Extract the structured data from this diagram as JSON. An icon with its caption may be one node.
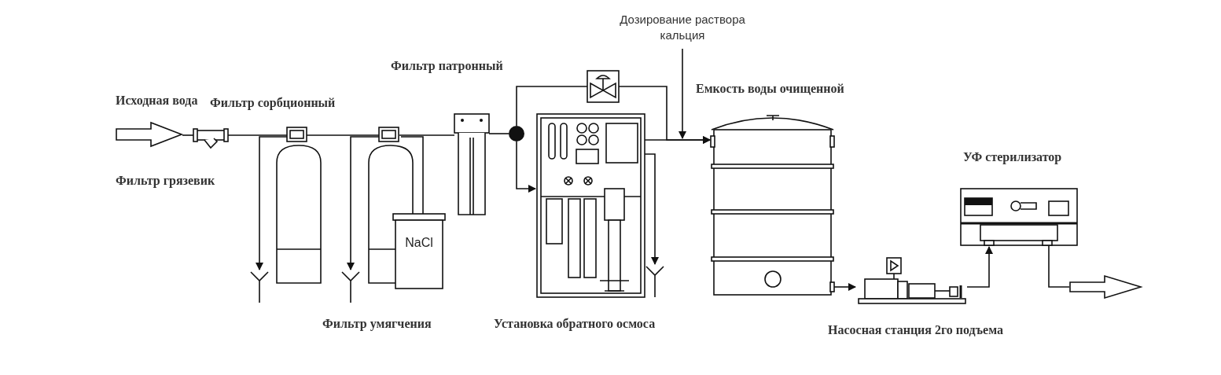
{
  "diagram": {
    "nodes": [
      {
        "text": [],
        "shape": "arrow",
        "beside": [
          "Исходная вода"
        ]
      },
      {
        "text": [],
        "shape": "picture",
        "beside": [
          "Фильтр грязевик"
        ]
      },
      {
        "text": [],
        "shape": "picture",
        "beside": [
          "Фильтр сорбционный"
        ]
      },
      {
        "text": [],
        "shape": "drain"
      },
      {
        "text": [],
        "shape": "picture"
      },
      {
        "text": [
          "NaCl"
        ]
      },
      {
        "text": [],
        "shape": "drain"
      },
      {
        "text": [],
        "shape": "picture",
        "beside": [
          "Фильтр патронный"
        ]
      },
      {
        "text": [],
        "shape": "circle"
      },
      {
        "text": [],
        "shape": "picture"
      },
      {
        "text": [],
        "shape": "picture",
        "beside": [
          "Установка обратного осмоса"
        ]
      },
      {
        "text": [],
        "shape": "drain"
      },
      {
        "text": [
          "Дозирование раствора кальция"
        ]
      },
      {
        "text": [],
        "shape": "picture",
        "beside": [
          "Емкость воды очищенной"
        ]
      },
      {
        "text": [],
        "shape": "picture",
        "beside": [
          "Насосная станция 2го подъема"
        ]
      },
      {
        "text": [],
        "shape": "picture",
        "beside": [
          "УФ стерилизатор"
        ]
      },
      {
        "text": [],
        "shape": "arrow"
      }
    ],
    "edges": [
      {
        "from": 0,
        "to": 1,
        "arrow": "none"
      },
      {
        "from": 1,
        "to": 2,
        "arrow": "none"
      },
      {
        "from": 2,
        "to": 3,
        "arrow": "to"
      },
      {
        "from": 2,
        "to": 4,
        "arrow": "none"
      },
      {
        "from": 4,
        "to": 6,
        "arrow": "to"
      },
      {
        "from": 4,
        "to": 5,
        "arrow": "none"
      },
      {
        "from": 4,
        "to": 7,
        "arrow": "none"
      },
      {
        "from": 7,
        "to": 8,
        "arrow": "none"
      },
      {
        "from": 8,
        "to": 9,
        "arrow": "none"
      },
      {
        "from": 8,
        "to": 10,
        "arrow": "to"
      },
      {
        "from": 9,
        "to": 13,
        "arrow": "to"
      },
      {
        "from": 10,
        "to": 13,
        "arrow": "to"
      },
      {
        "from": 10,
        "to": 11,
        "arrow": "to"
      },
      {
        "from": 12,
        "to": 13,
        "arrow": "to"
      },
      {
        "from": 13,
        "to": 14,
        "arrow": "to"
      },
      {
        "from": 14,
        "to": 15,
        "arrow": "to"
      },
      {
        "from": 15,
        "to": 16,
        "arrow": "none"
      }
    ],
    "labels": [
      "Фильтр умягчения"
    ]
  }
}
